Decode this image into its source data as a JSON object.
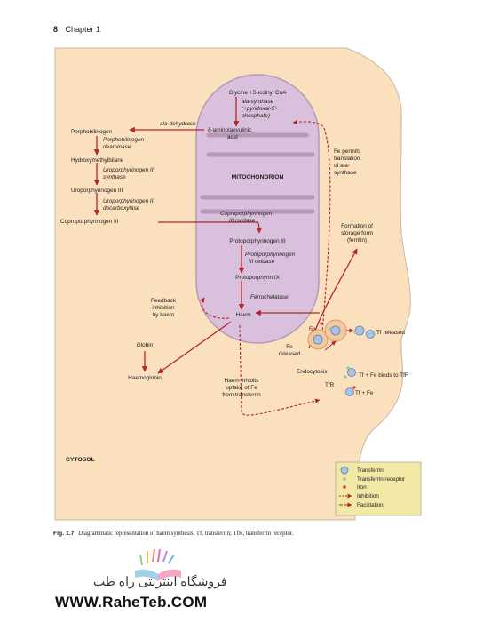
{
  "header": {
    "page_number": "8",
    "chapter": "Chapter 1"
  },
  "diagram": {
    "mito_substrate": "Glycine +Succinyl CoA",
    "ala_synthase": [
      "ala-synthase",
      "(+pyridoxal-5'-",
      "phosphate)"
    ],
    "ala": [
      "δ-aminolaevulinic",
      "acid"
    ],
    "ala_dehydrase": "ala-dehydrase",
    "porphobilinogen": "Porphobilinogen",
    "pbg_deaminase": [
      "Porphobilinogen",
      "deaminase"
    ],
    "hmb": "Hydroxymethylbilane",
    "uro_synthase": [
      "Uroporphyrinogen III",
      "synthase"
    ],
    "uroporphyrinogen": "Uroporphyrinogen III",
    "uro_decarboxylase": [
      "Uroporphyrinogen III",
      "decarboxylase"
    ],
    "coproporphyrinogen": "Coproporphyrinogen III",
    "mitochondrion": "MITOCHONDRION",
    "copro_oxidase": [
      "Coproporphyrinogen",
      "III oxidase"
    ],
    "protoporphyrinogen": "Protoporphyrinogen III",
    "proto_oxidase": [
      "Protoporphyrinogen",
      "III oxidase"
    ],
    "protoporphyrin": "Protoporphyrin IX",
    "ferrochelatase": "Ferrochelatase",
    "feedback": [
      "Feedback",
      "inhibition",
      "by haem"
    ],
    "haem": "Haem",
    "globin": "Globin",
    "haemoglobin": "Haemoglobin",
    "haem_inhibits": [
      "Haem inhibits",
      "uptake of Fe",
      "from transferrin"
    ],
    "fe_permits": [
      "Fe permits",
      "translation",
      "of ala-",
      "synthase"
    ],
    "storage": [
      "Formation of",
      "storage form",
      "(ferritin)"
    ],
    "fe": "Fe",
    "fe_released": [
      "Fe",
      "released"
    ],
    "tf_released": "Tf released",
    "endocytosis": "Endocytosis",
    "tf_fe_binds": "Tf + Fe binds to TfR",
    "tfr": "TfR",
    "tf_plus_fe": "Tf + Fe",
    "cytosol": "CYTOSOL",
    "legend": {
      "transferrin": "Transferrin",
      "receptor": "Transferrin receptor",
      "iron": "Iron",
      "inhibition": "Inhibition",
      "facilitation": "Facilitation"
    },
    "colors": {
      "cell": "#fbe0bd",
      "cell_border": "#c9b7a4",
      "mito": "#d9c0dc",
      "mito_border": "#b59ab8",
      "arrow": "#b3262b",
      "transferrin": "#a9c3e6",
      "receptor": "#8fc79a",
      "iron": "#d23a3a",
      "legend_bg": "#f3e9a6"
    }
  },
  "caption": {
    "label": "Fig. 1.7",
    "text": "Diagrammatic representation of haem synthesis. Tf, transferrin; TfR, transferrin receptor."
  },
  "logo": {
    "persian": "فروشگاه اینترنتی راه طب",
    "url": "WWW.RaheTeb.COM"
  }
}
